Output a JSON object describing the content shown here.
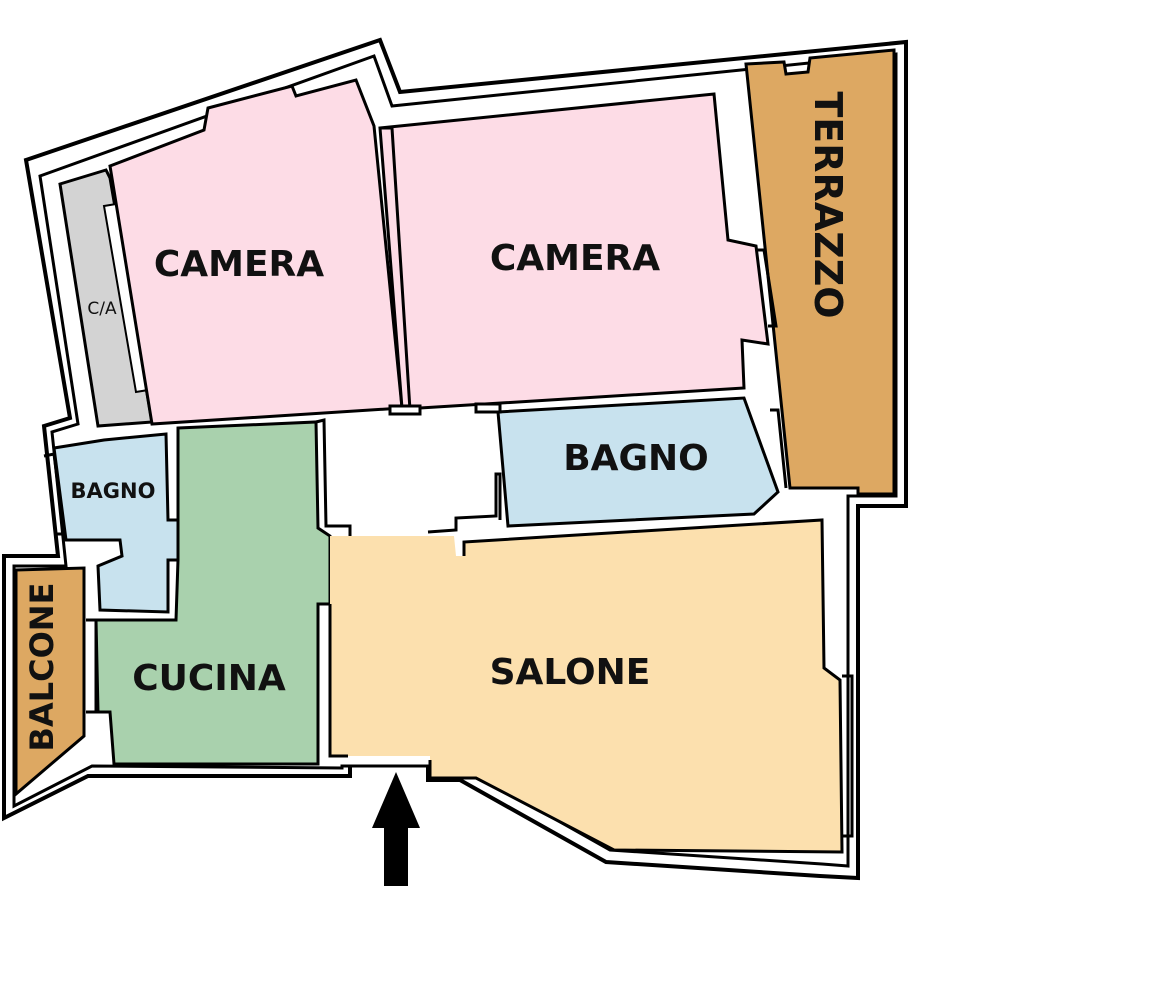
{
  "rooms": {
    "camera_left": {
      "label": "CAMERA",
      "color": "#FDDCE6"
    },
    "camera_right": {
      "label": "CAMERA",
      "color": "#FDDCE6"
    },
    "closet": {
      "label": "C/A",
      "color": "#D3D3D3"
    },
    "terrazzo": {
      "label": "TERRAZZO",
      "color": "#DDA862"
    },
    "bagno_small": {
      "label": "BAGNO",
      "color": "#C8E2EE"
    },
    "bagno_large": {
      "label": "BAGNO",
      "color": "#C8E2EE"
    },
    "cucina": {
      "label": "CUCINA",
      "color": "#A9D1AD"
    },
    "salone": {
      "label": "SALONE",
      "color": "#FCE0AE"
    },
    "balcone": {
      "label": "BALCONE",
      "color": "#DDA862"
    }
  },
  "colors": {
    "wall": "#000000",
    "background": "#FFFFFF"
  },
  "icons": {
    "entrance": "up-arrow-icon"
  }
}
